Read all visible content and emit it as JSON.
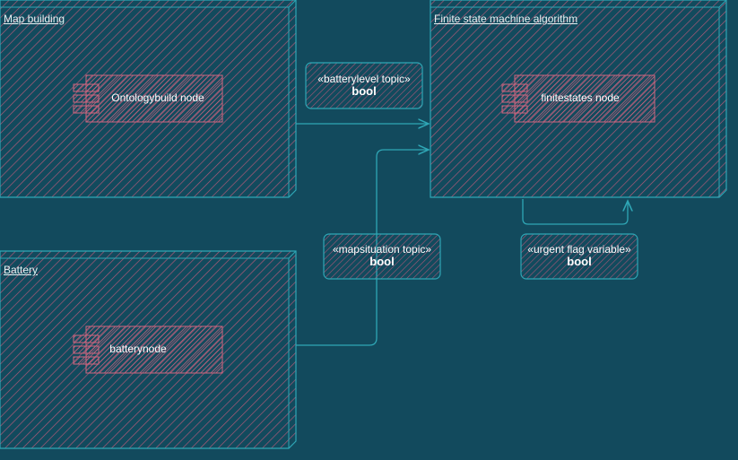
{
  "colors": {
    "background": "#124a5d",
    "outline": "#2fa6b5",
    "hatch": "#c0607c",
    "text": "#ffffff"
  },
  "packages": {
    "map_building": {
      "label": "Map building "
    },
    "finite_state": {
      "label": "Finite state machine algorithm"
    },
    "battery": {
      "label": "Battery"
    }
  },
  "components": {
    "ontology": {
      "label": "Ontologybuild node"
    },
    "finitestates": {
      "label": "finitestates node"
    },
    "batterynode": {
      "label": "batterynode"
    }
  },
  "messages": {
    "batterylevel": {
      "stereotype": "«batterylevel topic»",
      "type": "bool"
    },
    "mapsituation": {
      "stereotype": "«mapsituation topic»",
      "type": "bool"
    },
    "urgent": {
      "stereotype": "«urgent flag variable»",
      "type": "bool"
    }
  }
}
